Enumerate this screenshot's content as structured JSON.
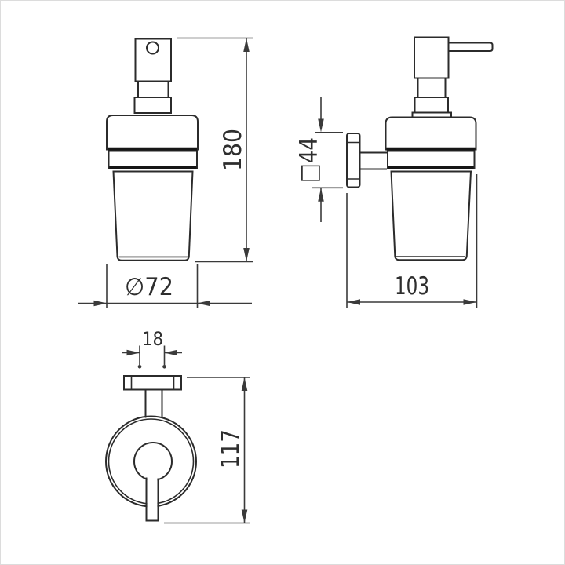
{
  "drawing": {
    "title": "soap-dispenser-technical-drawing",
    "colors": {
      "background": "#ffffff",
      "line": "#2b2b2b",
      "dimension": "#3a3a3a",
      "text": "#2e2e2e"
    },
    "views": {
      "front": "front-view-dispenser",
      "side": "side-view-dispenser-with-wall-bracket",
      "bottom": "top-view-wall-bracket"
    },
    "dimensions": {
      "height": {
        "label": "180",
        "value": 180
      },
      "diameter": {
        "label": "∅72",
        "value": 72
      },
      "bracket_square": {
        "label": "□44",
        "value": 44
      },
      "depth": {
        "label": "103",
        "value": 103
      },
      "arm_width": {
        "label": "18",
        "value": 18
      },
      "overall_depth": {
        "label": "117",
        "value": 117
      }
    }
  }
}
